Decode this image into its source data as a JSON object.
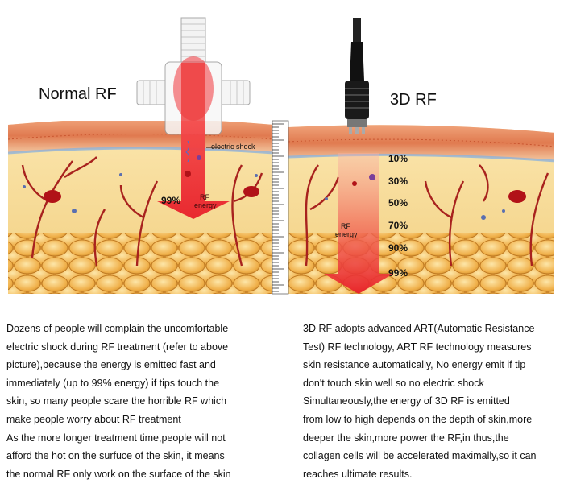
{
  "titles": {
    "left": "Normal RF",
    "right": "3D RF"
  },
  "left_diagram": {
    "shock_label": "electric shock",
    "percent_label": "99%",
    "arrow_label_line1": "RF",
    "arrow_label_line2": "energy"
  },
  "right_diagram": {
    "arrow_label_line1": "RF",
    "arrow_label_line2": "energy",
    "depth_levels": [
      "10%",
      "30%",
      "50%",
      "70%",
      "90%",
      "99%"
    ]
  },
  "text": {
    "left_lines": [
      "Dozens of people will complain the uncomfortable",
      "electric shock during RF treatment (refer to above",
      "picture),because the energy is emitted fast and",
      "immediately (up to 99% energy) if tips touch the",
      "skin, so many people scare the horrible RF which",
      "make people worry about RF treatment",
      "As the more longer treatment time,people will not",
      "afford the hot on the surfuce of the skin, it means",
      "the normal RF only work on the surface of the skin"
    ],
    "right_lines": [
      "3D RF adopts advanced ART(Automatic Resistance",
      "Test) RF technology, ART RF technology measures",
      "skin resistance automatically, No energy emit if tip",
      "don't touch skin well so no electric shock",
      "Simultaneously,the energy of 3D RF is emitted",
      "from low to high depends on the depth of skin,more",
      "deeper the skin,more power the RF,in thus,the",
      "collagen cells will be accelerated maximally,so it can",
      "reaches ultimate results."
    ]
  },
  "colors": {
    "skin_top": "#e07a4f",
    "dermis": "#f4d68f",
    "fat": "#f0b04a",
    "energy_red": "#e8202a",
    "vessel": "#a8221e"
  }
}
